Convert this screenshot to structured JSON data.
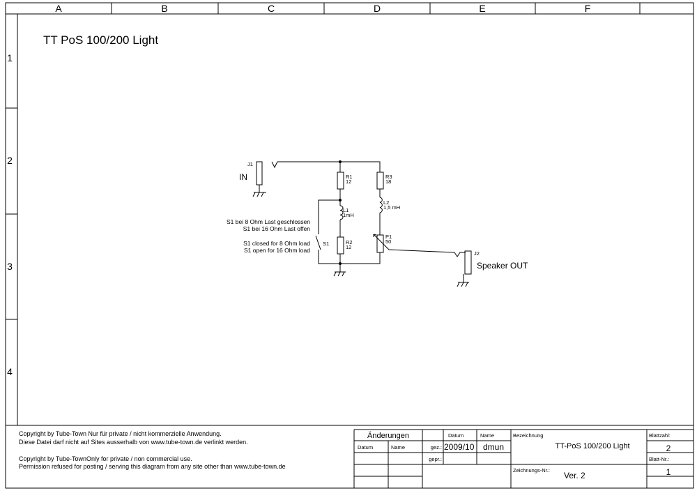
{
  "columns": [
    "A",
    "B",
    "C",
    "D",
    "E",
    "F"
  ],
  "rows": [
    "1",
    "2",
    "3",
    "4"
  ],
  "title": "TT PoS 100/200 Light",
  "schematic": {
    "j1": "J1",
    "in": "IN",
    "r1": "R1",
    "r1v": "12",
    "r2": "R2",
    "r2v": "12",
    "r3": "R3",
    "r3v": "18",
    "l1": "L1",
    "l1v": "1mH",
    "l2": "L2",
    "l2v": "1,5 mH",
    "p1": "P1",
    "p1v": "50",
    "s1": "S1",
    "j2": "J2",
    "out": "Speaker OUT",
    "note_de_1": "S1 bei 8 Ohm Last geschlossen",
    "note_de_2": "S1 bei 16 Ohm Last  offen",
    "note_en_1": "S1 closed for 8 Ohm load",
    "note_en_2": "S1 open for 16 Ohm load"
  },
  "copyright": {
    "de_1": "Copyright by Tube-Town Nur für private / nicht kommerzielle Anwendung.",
    "de_2": "Diese Datei darf nicht auf Sites ausserhalb von  www.tube-town.de verlinkt werden.",
    "en_1": "Copyright by Tube-TownOnly for private / non commercial use.",
    "en_2": "Permission refused for posting / serving this diagram from any site other than www.tube-town.de"
  },
  "titleblock": {
    "changes": "Änderungen",
    "datum": "Datum",
    "name": "Name",
    "gez": "gez.:",
    "gepr": "gepr.:",
    "date_value": "2009/10",
    "name_value": "dmun",
    "bezeichnung": "Bezeichnung",
    "bezeichnung_value": "TT-PoS 100/200 Light",
    "blattzahl": "Blattzahl:",
    "blattzahl_value": "2",
    "blatt_nr": "Blatt-Nr.:",
    "blatt_nr_value": "1",
    "zeichnungs_nr": "Zeichnungs-Nr.:",
    "zeichnungs_nr_value": "Ver. 2"
  }
}
